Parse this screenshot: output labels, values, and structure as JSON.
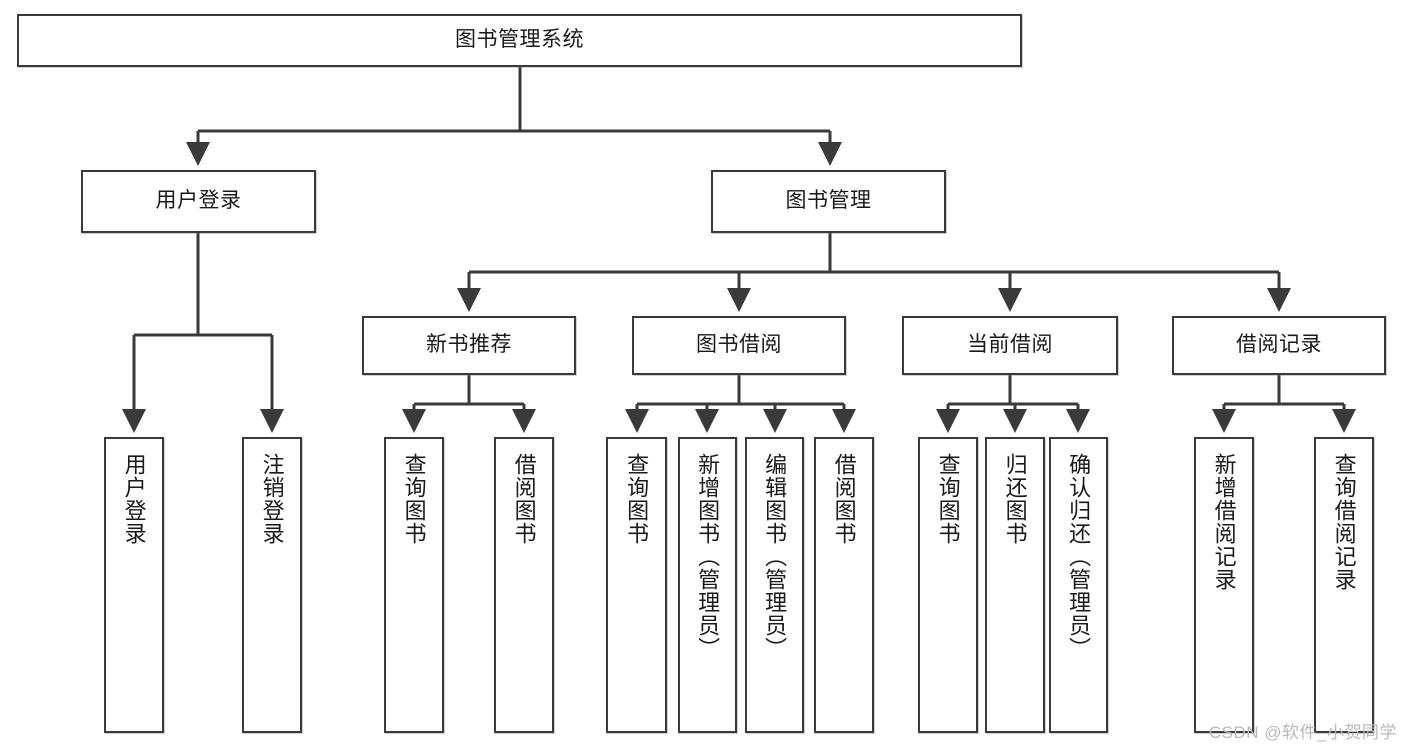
{
  "diagram": {
    "title": "图书管理系统",
    "type": "hierarchy-tree",
    "watermark": "CSDN @软件_小贺同学",
    "colors": {
      "box_border": "#3a3a3a",
      "box_fill": "#ffffff",
      "connector": "#3a3a3a",
      "watermark": "#b8b8b8",
      "background": "#ffffff"
    },
    "root": {
      "label": "图书管理系统"
    },
    "level2": [
      {
        "id": "user-login",
        "label": "用户登录"
      },
      {
        "id": "book-management",
        "label": "图书管理"
      }
    ],
    "level3": [
      {
        "id": "new-book-recommend",
        "label": "新书推荐",
        "parent": "book-management"
      },
      {
        "id": "book-borrow",
        "label": "图书借阅",
        "parent": "book-management"
      },
      {
        "id": "current-borrow",
        "label": "当前借阅",
        "parent": "book-management"
      },
      {
        "id": "borrow-record",
        "label": "借阅记录",
        "parent": "book-management"
      }
    ],
    "leaves": [
      {
        "id": "leaf-user-login",
        "label": "用户登录",
        "parent": "user-login"
      },
      {
        "id": "leaf-logout",
        "label": "注销登录",
        "parent": "user-login"
      },
      {
        "id": "leaf-query-book-1",
        "label": "查询图书",
        "parent": "new-book-recommend"
      },
      {
        "id": "leaf-borrow-book-1",
        "label": "借阅图书",
        "parent": "new-book-recommend"
      },
      {
        "id": "leaf-query-book-2",
        "label": "查询图书",
        "parent": "book-borrow"
      },
      {
        "id": "leaf-add-book",
        "label": "新增图书（管理员）",
        "parent": "book-borrow"
      },
      {
        "id": "leaf-edit-book",
        "label": "编辑图书（管理员）",
        "parent": "book-borrow"
      },
      {
        "id": "leaf-borrow-book-2",
        "label": "借阅图书",
        "parent": "book-borrow"
      },
      {
        "id": "leaf-query-book-3",
        "label": "查询图书",
        "parent": "current-borrow"
      },
      {
        "id": "leaf-return-book",
        "label": "归还图书",
        "parent": "current-borrow"
      },
      {
        "id": "leaf-confirm-return",
        "label": "确认归还（管理员）",
        "parent": "current-borrow"
      },
      {
        "id": "leaf-add-record",
        "label": "新增借阅记录",
        "parent": "borrow-record"
      },
      {
        "id": "leaf-query-record",
        "label": "查询借阅记录",
        "parent": "borrow-record"
      }
    ]
  }
}
